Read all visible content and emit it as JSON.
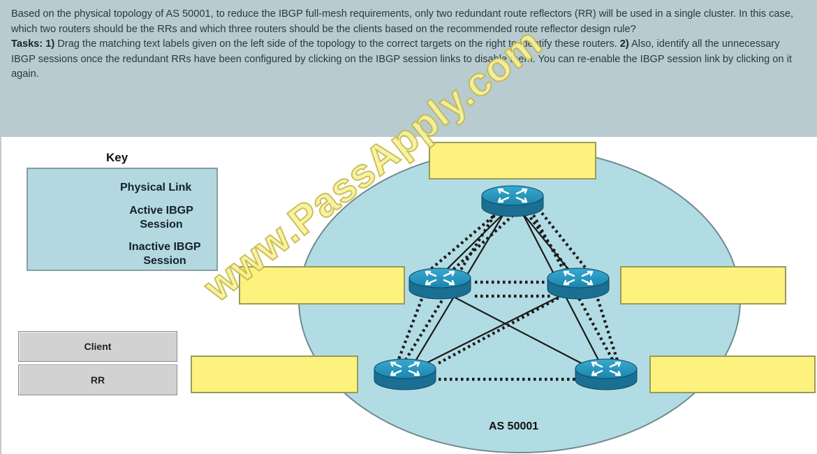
{
  "instructions": {
    "question": "Based on the physical topology of AS 50001, to reduce the IBGP full-mesh requirements, only two redundant route reflectors (RR) will be used in a single cluster. In this case, which two routers should be the RRs and which three routers should be the clients based on the recommended route reflector design rule?",
    "tasks_label": "Tasks: 1)",
    "task1": " Drag the matching text labels given on the left side of the topology to the correct targets on the right to identify these routers. ",
    "task2_label": "2)",
    "task2": " Also, identify all the unnecessary IBGP sessions once the redundant RRs have been configured by clicking on the IBGP session links to disable them. You can re-enable the IBGP session link by clicking on it again."
  },
  "key": {
    "title": "Key",
    "physical_link": "Physical Link",
    "active_ibgp_line1": "Active IBGP",
    "active_ibgp_line2": "Session",
    "inactive_ibgp_line1": "Inactive IBGP",
    "inactive_ibgp_line2": "Session"
  },
  "drag_labels": {
    "client": "Client",
    "rr": "RR"
  },
  "topology": {
    "as_label": "AS 50001",
    "routers": [
      "top",
      "mid-left",
      "mid-right",
      "bottom-left",
      "bottom-right"
    ]
  },
  "watermark": "www.PassApply.com",
  "colors": {
    "instruction_bg": "#b7cbd0",
    "cloud": "#b2dce3",
    "target": "#fdf27d",
    "key_bg": "#b3d8e0",
    "router": "#1b86ad",
    "inactive": "#e0354b"
  }
}
